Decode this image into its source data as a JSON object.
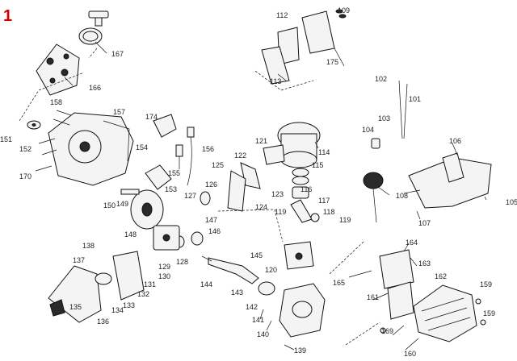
{
  "figure": {
    "number": "1",
    "color": "#d40000"
  },
  "callouts": [
    "101",
    "102",
    "103",
    "104",
    "105",
    "106",
    "107",
    "108",
    "109",
    "112",
    "113",
    "114",
    "115",
    "116",
    "117",
    "118",
    "119",
    "119",
    "120",
    "121",
    "122",
    "123",
    "124",
    "125",
    "126",
    "127",
    "128",
    "129",
    "130",
    "131",
    "132",
    "133",
    "134",
    "135",
    "136",
    "137",
    "138",
    "139",
    "140",
    "141",
    "142",
    "143",
    "144",
    "145",
    "146",
    "147",
    "148",
    "149",
    "150",
    "151",
    "152",
    "153",
    "154",
    "155",
    "156",
    "157",
    "158",
    "159",
    "159",
    "160",
    "161",
    "162",
    "163",
    "164",
    "165",
    "166",
    "167",
    "169",
    "170",
    "174",
    "175"
  ]
}
